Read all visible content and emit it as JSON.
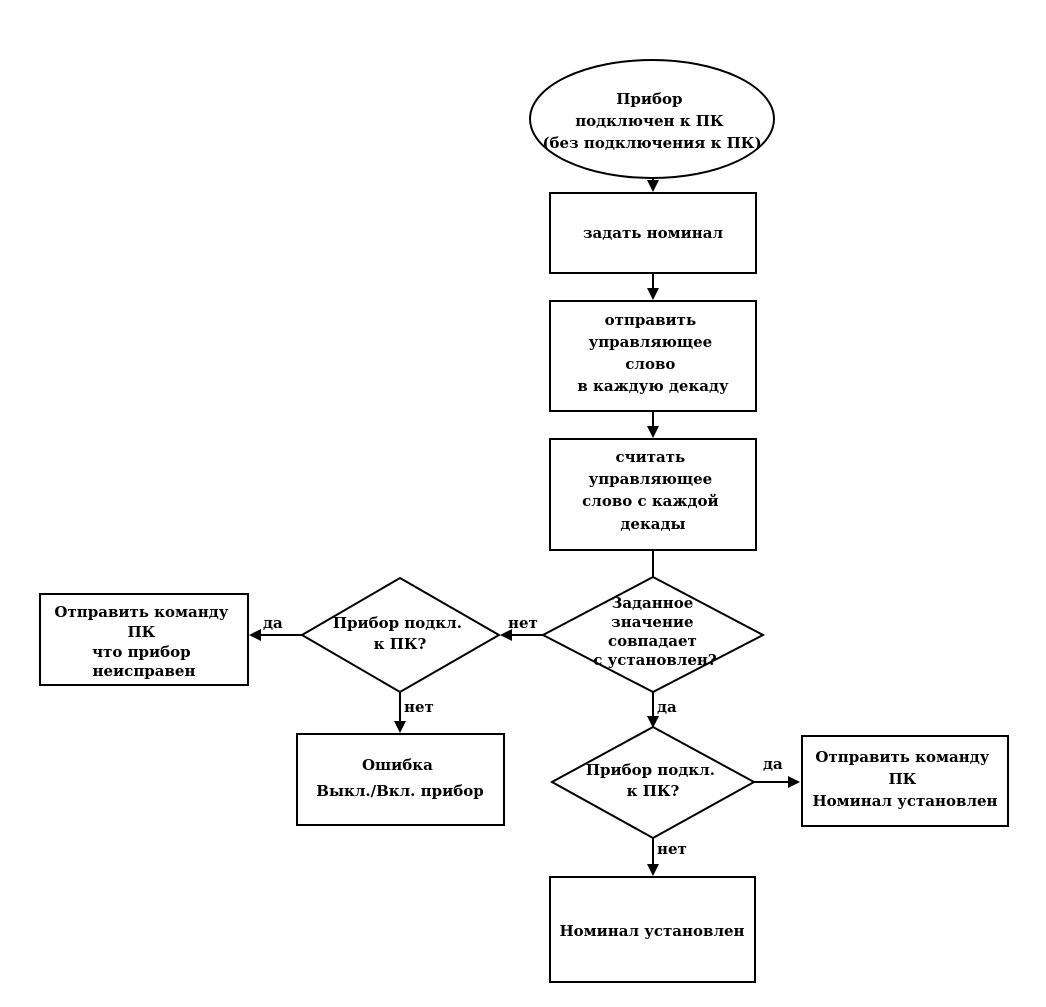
{
  "nodes": {
    "start": {
      "lines": [
        "Прибор",
        "подключен к ПК",
        "(без подключения к ПК)"
      ]
    },
    "set_nominal": {
      "lines": [
        "задать номинал"
      ]
    },
    "send_control_word": {
      "lines": [
        "отправить",
        "управляющее",
        "слово",
        "в каждую декаду"
      ]
    },
    "read_control_word": {
      "lines": [
        "считать",
        "управляющее",
        "слово с каждой",
        "декады"
      ]
    },
    "value_matches": {
      "lines": [
        "Заданное",
        "значение",
        "совпадает",
        "с установлен?"
      ]
    },
    "device_connected_left": {
      "lines": [
        "Прибор подкл.",
        "к ПК?"
      ]
    },
    "send_faulty_command": {
      "lines": [
        "Отправить команду",
        "ПК",
        "что прибор",
        "неисправен"
      ]
    },
    "error_restart": {
      "lines": [
        "Ошибка",
        "Выкл./Вкл. прибор"
      ]
    },
    "device_connected_right": {
      "lines": [
        "Прибор подкл.",
        "к ПК?"
      ]
    },
    "send_nominal_command": {
      "lines": [
        "Отправить команду",
        "ПК",
        "Номинал установлен"
      ]
    },
    "nominal_set": {
      "lines": [
        "Номинал установлен"
      ]
    }
  },
  "edge_labels": {
    "match_no": "нет",
    "match_yes": "да",
    "left_yes": "да",
    "left_no": "нет",
    "right_yes": "да",
    "right_no": "нет"
  }
}
